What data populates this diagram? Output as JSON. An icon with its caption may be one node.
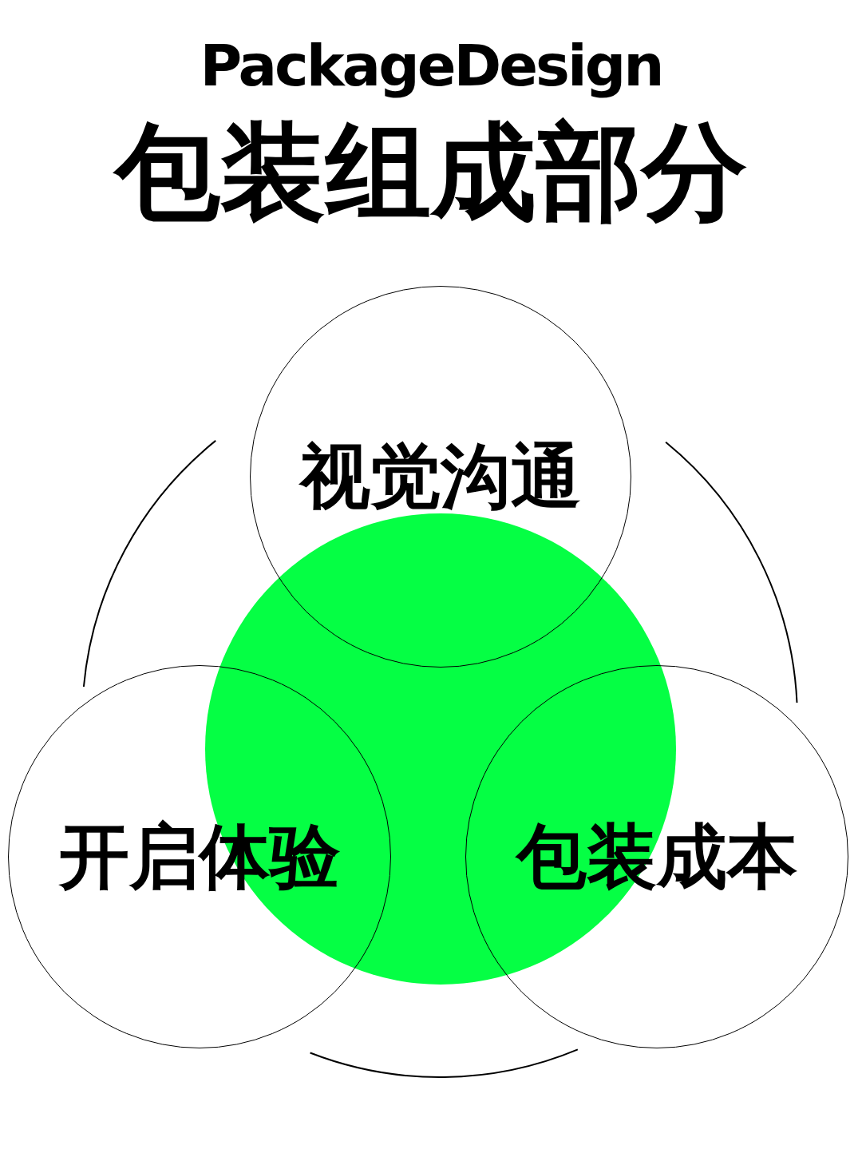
{
  "diagram": {
    "title": "包装组成部分",
    "nodes": [
      {
        "text": [
          "视觉沟通"
        ]
      },
      {
        "text": [
          "开启体验"
        ]
      },
      {
        "text": [
          "包装成本"
        ]
      },
      {
        "text": [],
        "shape": "circle"
      }
    ],
    "edges": [
      {
        "from": 0,
        "to": 1,
        "arrow": "none"
      },
      {
        "from": 0,
        "to": 2,
        "arrow": "none"
      },
      {
        "from": 1,
        "to": 2,
        "arrow": "none"
      }
    ],
    "labels": [
      "PackageDesign"
    ]
  }
}
